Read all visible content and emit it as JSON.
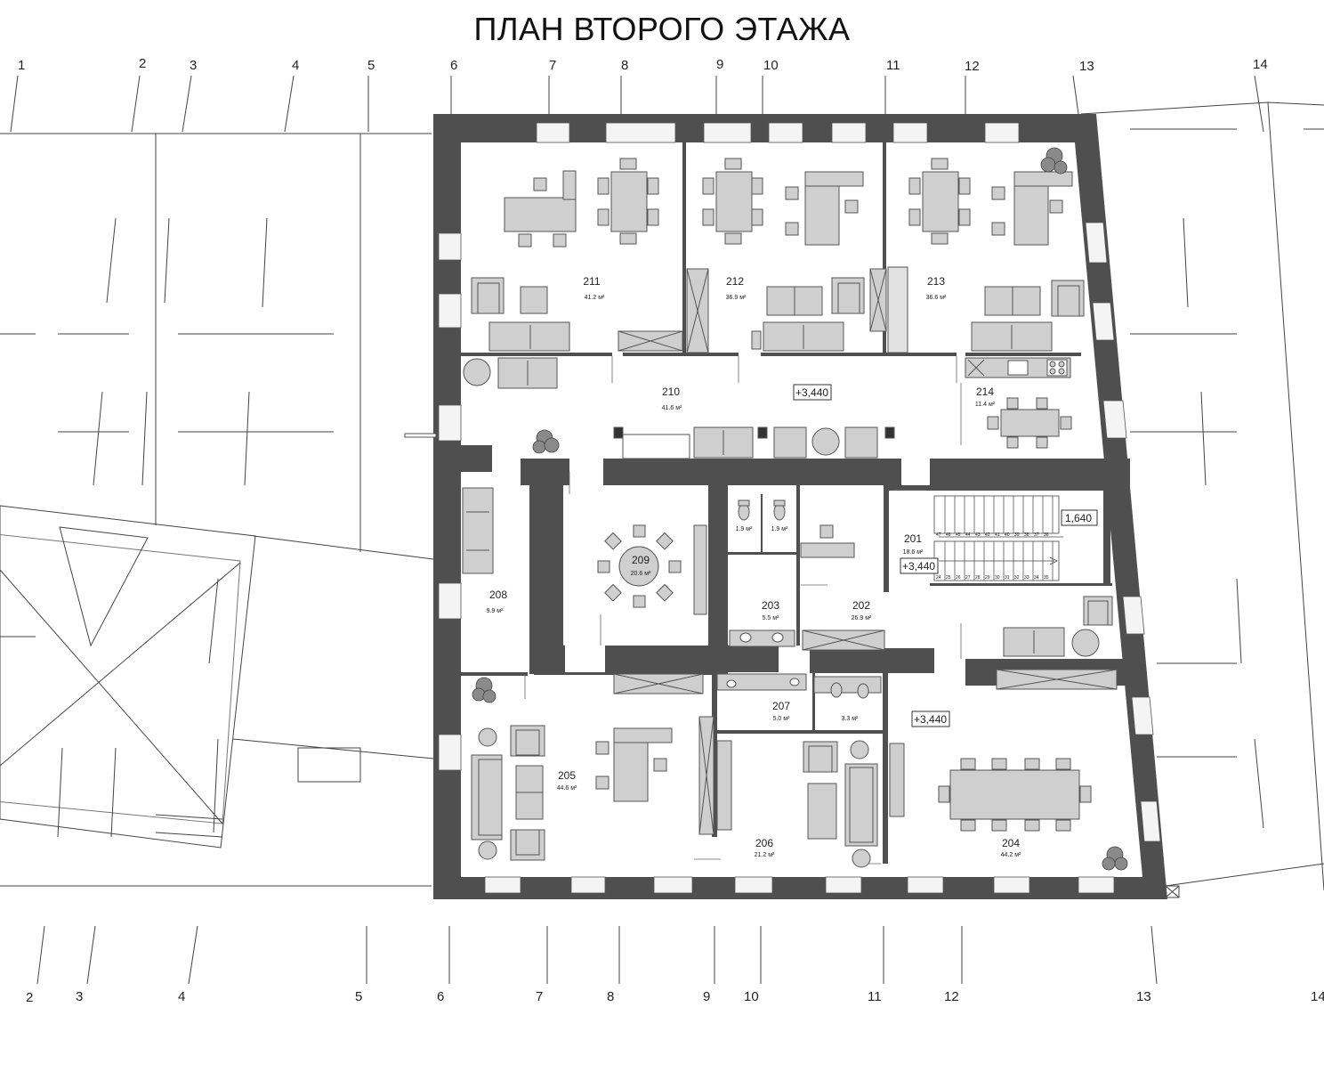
{
  "title": "ПЛАН ВТОРОГО ЭТАЖА",
  "colors": {
    "wall": "#4f4f4f",
    "furniture": "#cfcfcf",
    "furniture_stroke": "#555555",
    "lines": "#444444"
  },
  "axes_top": [
    "1",
    "2",
    "3",
    "4",
    "5",
    "6",
    "7",
    "8",
    "9",
    "10",
    "11",
    "12",
    "13",
    "14"
  ],
  "axes_bottom": [
    "2",
    "3",
    "4",
    "5",
    "6",
    "7",
    "8",
    "9",
    "10",
    "11",
    "12",
    "13",
    "14"
  ],
  "rooms": [
    {
      "number": "211",
      "area": "41.2 м²"
    },
    {
      "number": "212",
      "area": "36.9 м²"
    },
    {
      "number": "213",
      "area": "36.6 м²"
    },
    {
      "number": "210",
      "area": "41.6 м²"
    },
    {
      "number": "214",
      "area": "11.4 м²"
    },
    {
      "number": "209",
      "area": "20.6 м²"
    },
    {
      "number": "208",
      "area": "9.9 м²"
    },
    {
      "number": "203",
      "area": "5.5 м²"
    },
    {
      "number": "202",
      "area": "26.9 м²"
    },
    {
      "number": "201",
      "area": "18.6 м²"
    },
    {
      "number": "207",
      "area": "5.0 м²"
    },
    {
      "number": "205",
      "area": "44.6 м²"
    },
    {
      "number": "206",
      "area": "21.2 м²"
    },
    {
      "number": "204",
      "area": "44.2 м²"
    }
  ],
  "wc_areas": [
    "1.9 м²",
    "1.9 м²",
    "3.3 м²"
  ],
  "levels": [
    "+3,440",
    "+3,440",
    "+3,440",
    "1,640"
  ],
  "stair_steps_upper": [
    "47",
    "46",
    "45",
    "44",
    "43",
    "42",
    "41",
    "40",
    "39",
    "38",
    "37",
    "36"
  ],
  "stair_steps_lower": [
    "24",
    "25",
    "26",
    "27",
    "28",
    "29",
    "30",
    "31",
    "32",
    "33",
    "34",
    "35"
  ]
}
